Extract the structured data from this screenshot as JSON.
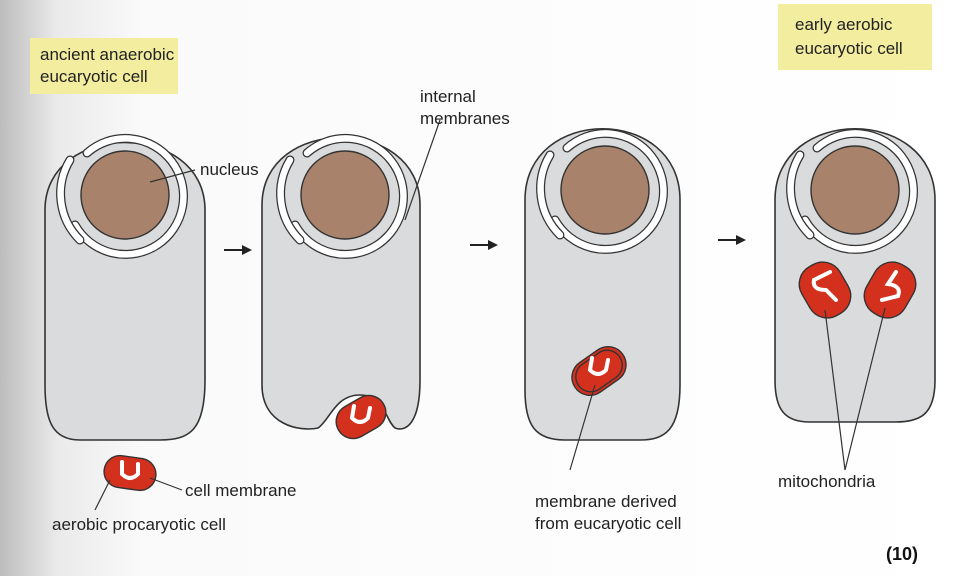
{
  "title_boxes": {
    "start": [
      "ancient anaerobic",
      "eucaryotic cell"
    ],
    "end": [
      "early aerobic",
      "eucaryotic cell"
    ]
  },
  "labels": {
    "nucleus": "nucleus",
    "internal_membranes": [
      "internal",
      "membranes"
    ],
    "cell_membrane": "cell membrane",
    "aerobic_procaryotic_cell": "aerobic procaryotic cell",
    "membrane_derived": [
      "membrane derived",
      "from eucaryotic cell"
    ],
    "mitochondria": "mitochondria"
  },
  "figure_number": "(10)",
  "colors": {
    "cell": "#dadbdc",
    "nucleus": "#a8826a",
    "mitochondrion": "#d4301e",
    "label_box": "#f3eda0"
  }
}
